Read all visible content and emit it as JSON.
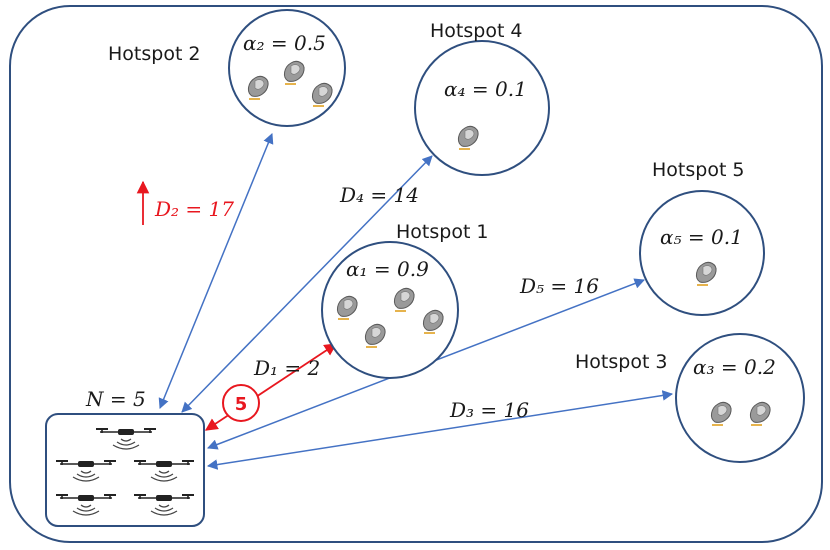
{
  "diagram": {
    "colors": {
      "frame": "#2f4f7f",
      "link": "#4472c4",
      "highlight": "#e8171f",
      "text": "#1a1a1a",
      "user": "#8a8a8a"
    },
    "base": {
      "label": "N = 5",
      "uav_count": 5,
      "icon": "drone-icon"
    },
    "hotspots": [
      {
        "id": "hotspot-1",
        "name": "Hotspot 1",
        "alpha_label": "α₁ = 0.9",
        "users": 4
      },
      {
        "id": "hotspot-2",
        "name": "Hotspot 2",
        "alpha_label": "α₂ = 0.5",
        "users": 3
      },
      {
        "id": "hotspot-3",
        "name": "Hotspot 3",
        "alpha_label": "α₃ = 0.2",
        "users": 2
      },
      {
        "id": "hotspot-4",
        "name": "Hotspot 4",
        "alpha_label": "α₄ = 0.1",
        "users": 1
      },
      {
        "id": "hotspot-5",
        "name": "Hotspot 5",
        "alpha_label": "α₅ = 0.1",
        "users": 1
      }
    ],
    "distances": [
      {
        "id": "d1",
        "label": "D₁ = 2"
      },
      {
        "id": "d2",
        "label": "D₂ = 17"
      },
      {
        "id": "d3",
        "label": "D₃ = 16"
      },
      {
        "id": "d4",
        "label": "D₄ = 14"
      },
      {
        "id": "d5",
        "label": "D₅ = 16"
      }
    ],
    "allocation_badge": "5",
    "user_icon": "phone-icon"
  }
}
